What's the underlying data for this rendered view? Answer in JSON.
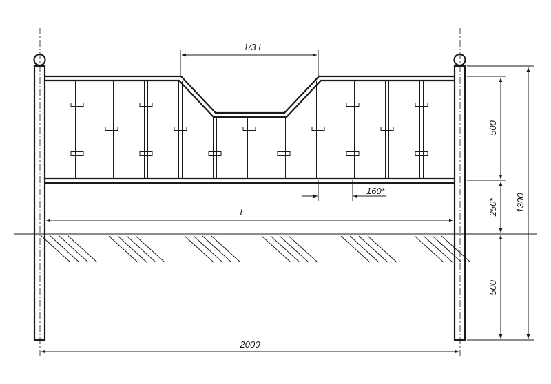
{
  "labels": {
    "third_span": "1/3  L",
    "span": "L",
    "picket_spacing": "160*",
    "total_length": "2000",
    "upper_height": "500",
    "gap_height": "250*",
    "post_depth": "500",
    "total_height": "1300"
  },
  "colors": {
    "line": "#1a1a1a",
    "background": "#ffffff"
  }
}
